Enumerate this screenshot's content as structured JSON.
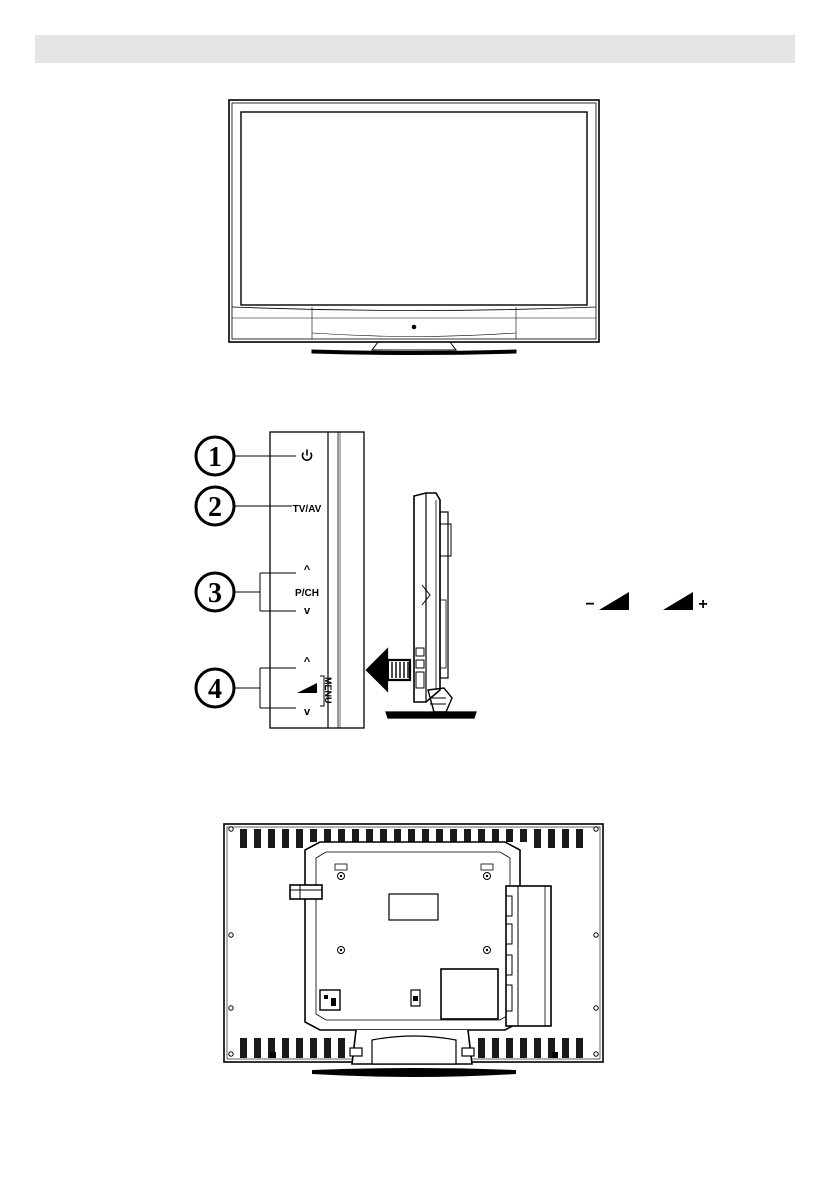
{
  "header": {
    "title": ""
  },
  "side_panel": {
    "callouts": [
      {
        "number": "1",
        "label": "⏻"
      },
      {
        "number": "2",
        "label": "TV/AV"
      },
      {
        "number": "3",
        "label": "P/CH"
      },
      {
        "number": "4",
        "label": "MENU"
      }
    ],
    "up_arrow": "^",
    "down_arrow": "v"
  },
  "volume_legend": {
    "minus": "−",
    "plus": "+"
  },
  "colors": {
    "line": "#000000",
    "header_bg": "#e5e5e5",
    "stripe": "#1a1a1a"
  }
}
